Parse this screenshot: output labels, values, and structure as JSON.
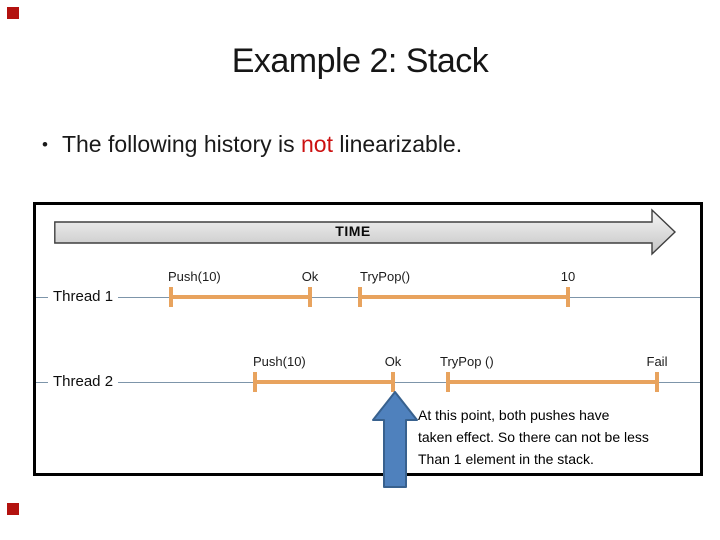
{
  "slide": {
    "title": "Example 2: Stack",
    "bullet": {
      "marker": "•",
      "text_before": "The following history is ",
      "emphasis": "not",
      "text_after": " linearizable."
    }
  },
  "diagram": {
    "time_arrow_label": "TIME",
    "threads": [
      {
        "label": "Thread 1",
        "intervals": [
          {
            "invocation": "Push(10)",
            "response": "Ok"
          },
          {
            "invocation": "TryPop()",
            "response": "10"
          }
        ]
      },
      {
        "label": "Thread 2",
        "intervals": [
          {
            "invocation": "Push(10)",
            "response": "Ok"
          },
          {
            "invocation": "TryPop ()",
            "response": "Fail"
          }
        ]
      }
    ],
    "annotation": {
      "lines": [
        "At this point, both pushes have",
        "taken effect. So there can not be less",
        "Than 1 element in the stack."
      ]
    }
  },
  "colors": {
    "emphasis_red": "#cc1111",
    "interval_orange": "#e8a35e",
    "timeline_line": "#7d95aa",
    "annotation_arrow_blue": "#4f81bd",
    "corner_marker_red": "#b3120f",
    "time_arrow_fill": "#d9d9d9"
  }
}
